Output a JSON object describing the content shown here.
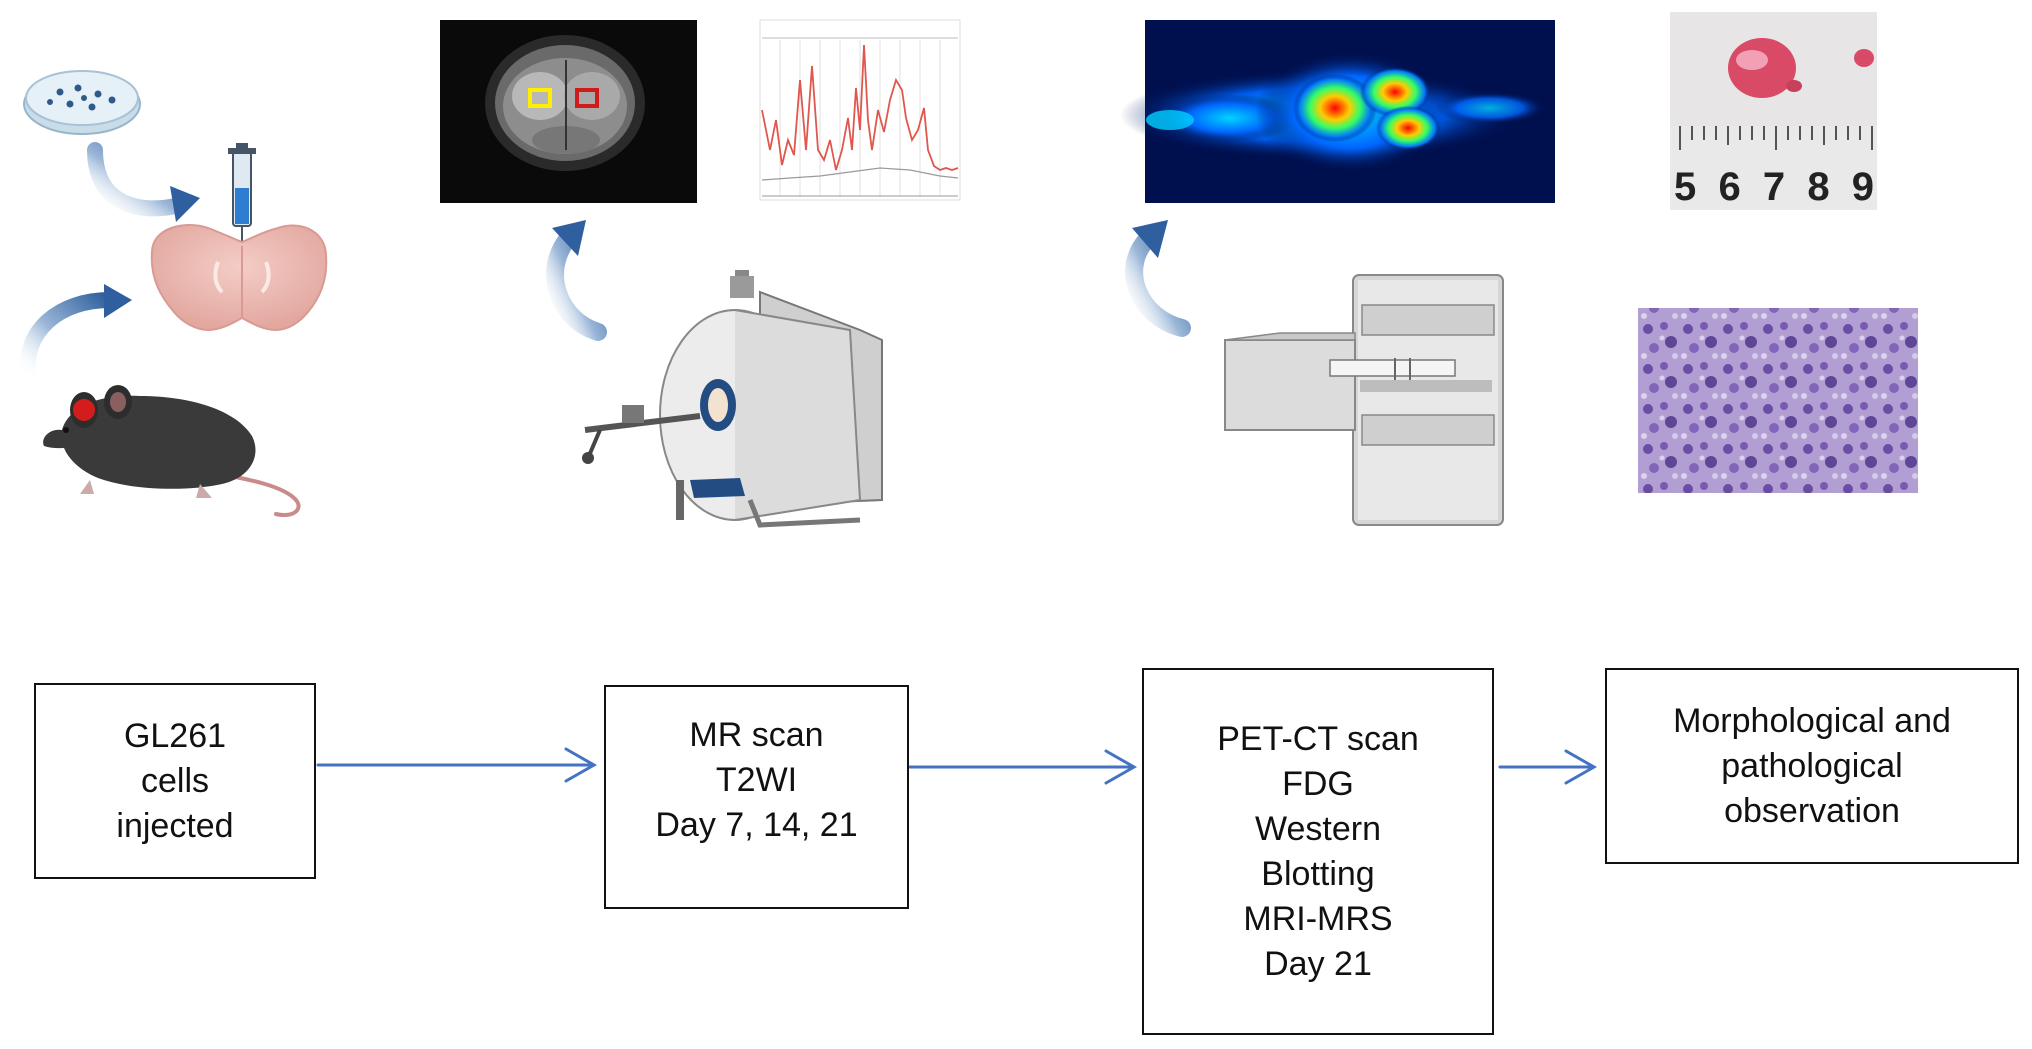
{
  "steps": [
    {
      "lines": [
        "GL261",
        "cells",
        "injected"
      ]
    },
    {
      "lines": [
        "MR scan",
        "T2WI",
        "Day 7, 14, 21"
      ]
    },
    {
      "lines": [
        "PET-CT scan",
        "FDG",
        "Western",
        "Blotting",
        "MRI-MRS",
        "Day 21"
      ]
    },
    {
      "lines": [
        "Morphological and",
        "pathological",
        "observation"
      ]
    }
  ],
  "ruler_digits": "5 6 7 8 9",
  "colors": {
    "arrow": "#4472c4",
    "box_border": "#111111",
    "curved_arrow": "#2f5f9e",
    "roi_left": "#ffee00",
    "roi_right": "#d11a1a"
  },
  "icons": [
    "petri-dish-icon",
    "syringe-icon",
    "brain-section-icon",
    "mouse-icon",
    "mri-scanner-icon",
    "pet-ct-scanner-icon",
    "curved-arrow-icon"
  ]
}
